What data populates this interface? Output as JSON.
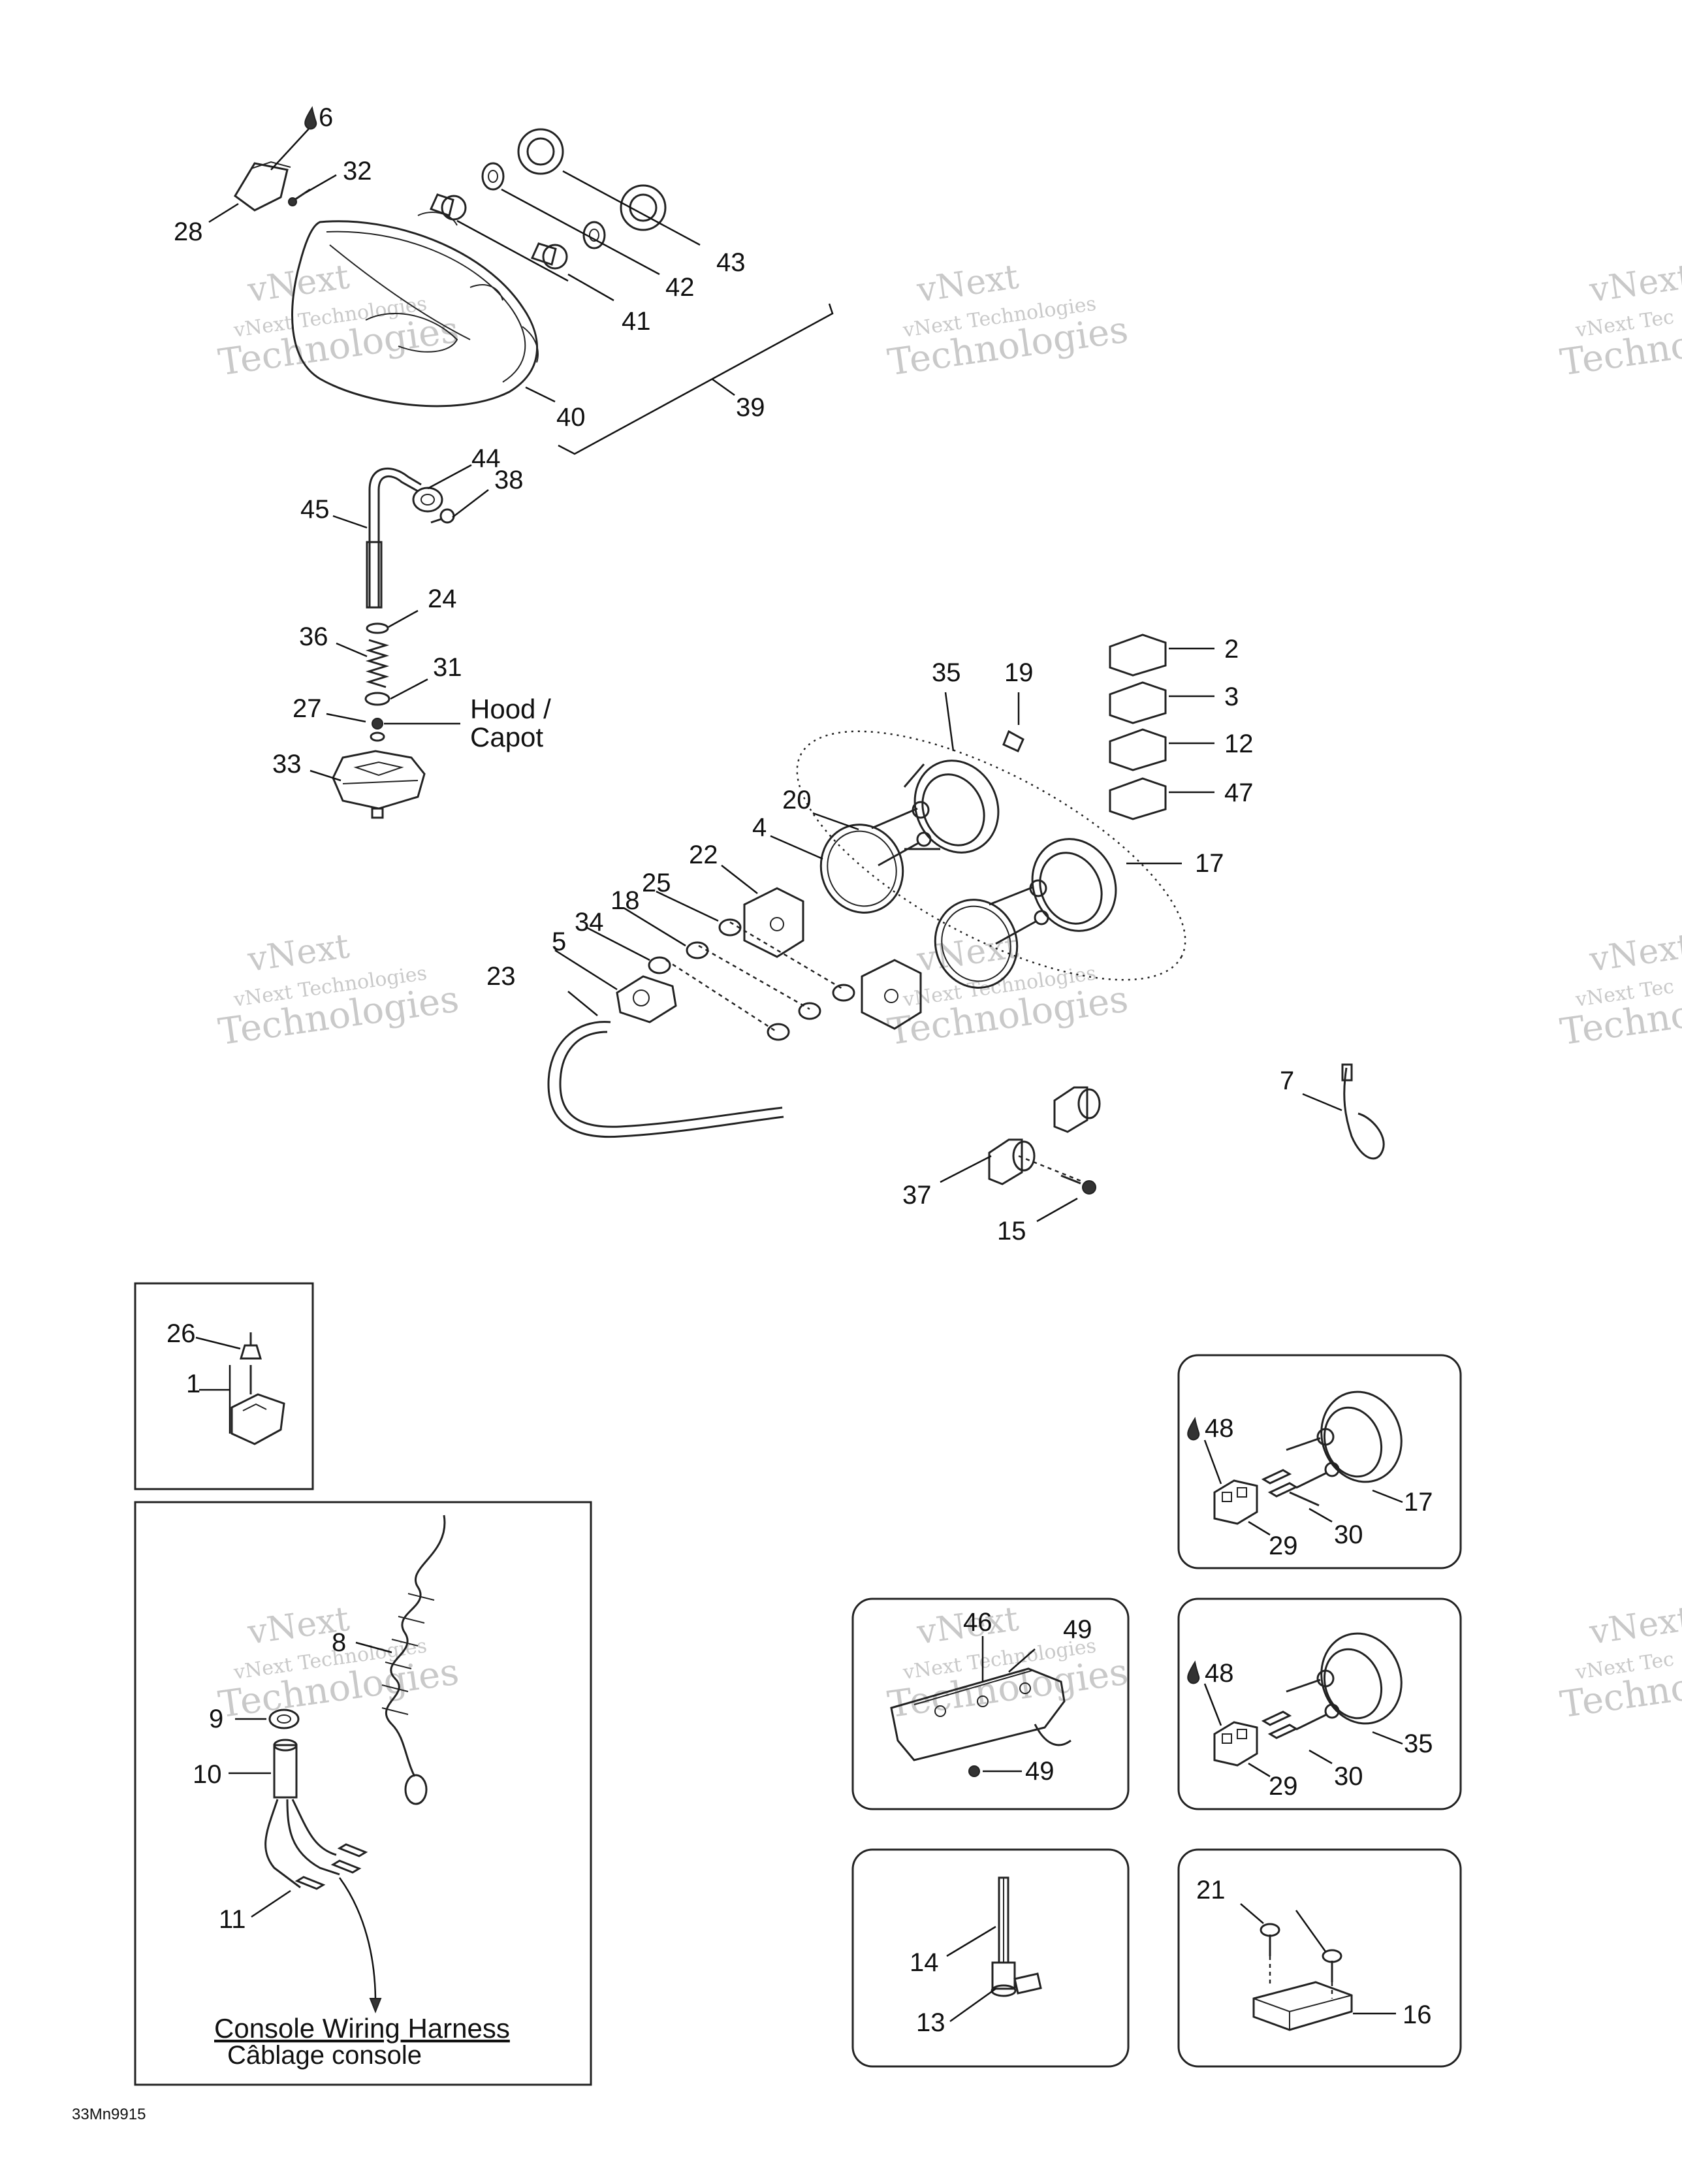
{
  "labels": {
    "p6": "6",
    "p32": "32",
    "p28": "28",
    "p43": "43",
    "p42": "42",
    "p41": "41",
    "p40": "40",
    "p39": "39",
    "p44": "44",
    "p38": "38",
    "p45": "45",
    "p24": "24",
    "p36": "36",
    "p31": "31",
    "p27": "27",
    "p33": "33",
    "p35": "35",
    "p19": "19",
    "p2": "2",
    "p3": "3",
    "p12": "12",
    "p47": "47",
    "p20": "20",
    "p4": "4",
    "p17": "17",
    "p22": "22",
    "p25": "25",
    "p18": "18",
    "p34": "34",
    "p5": "5",
    "p23": "23",
    "p7": "7",
    "p37": "37",
    "p15": "15",
    "p26": "26",
    "p1": "1",
    "p8": "8",
    "p9": "9",
    "p10": "10",
    "p11": "11",
    "b1_48": "48",
    "b1_17": "17",
    "b1_29": "29",
    "b1_30": "30",
    "b2_46": "46",
    "b2_49a": "49",
    "b2_49b": "49",
    "b3_48": "48",
    "b3_35": "35",
    "b3_29": "29",
    "b3_30": "30",
    "b4_14": "14",
    "b4_13": "13",
    "b5_21": "21",
    "b5_16": "16"
  },
  "callouts": {
    "hood_line1": "Hood /",
    "hood_line2": "Capot",
    "harness_en": "Console Wiring Harness",
    "harness_fr": "Câblage console"
  },
  "watermark": {
    "line1": "vNext",
    "line2": "vNext Technologies",
    "line3": "Technologies",
    "partial1": "vNext",
    "partial2": "vNext Tec",
    "partial3": "Technolo"
  },
  "reference_code": "33Mn9915",
  "colors": {
    "ink": "#222222",
    "watermark": "#c9c9c9",
    "background": "#ffffff"
  }
}
